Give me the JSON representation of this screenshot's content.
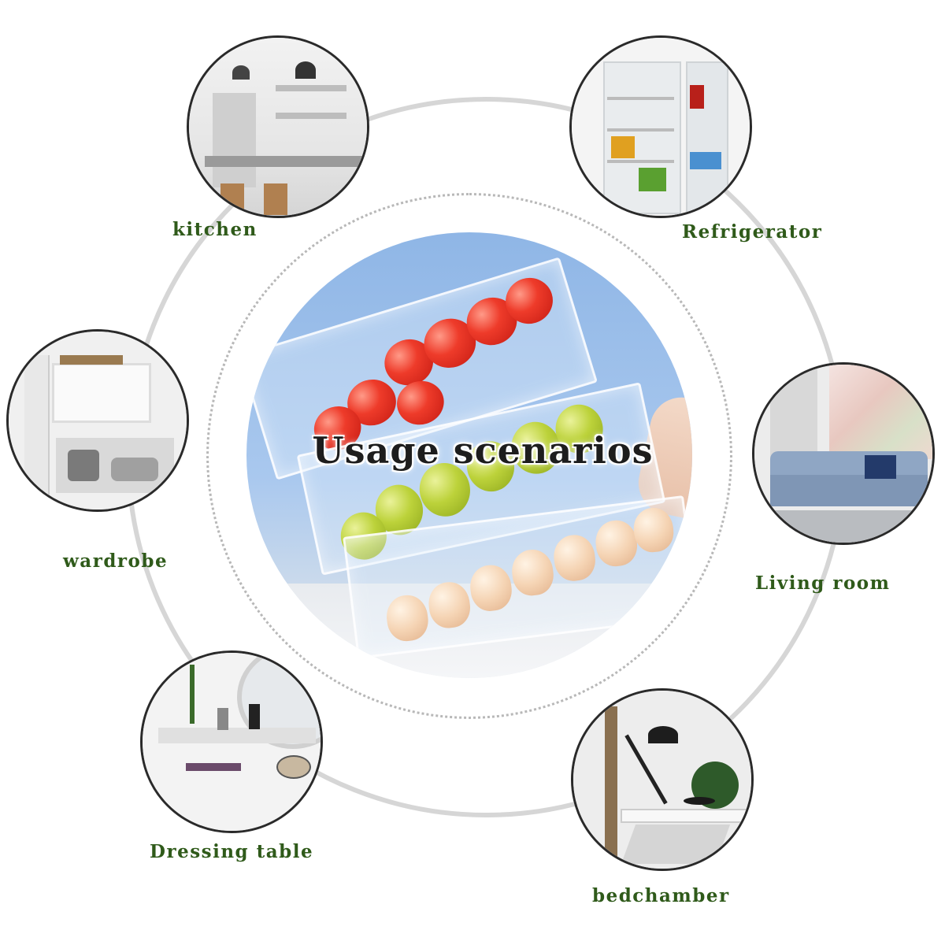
{
  "title": "Usage scenarios",
  "scenarios": [
    {
      "label": "kitchen"
    },
    {
      "label": "Refrigerator"
    },
    {
      "label": "wardrobe"
    },
    {
      "label": "Living room"
    },
    {
      "label": "Dressing table"
    },
    {
      "label": "bedchamber"
    }
  ],
  "colors": {
    "label_text": "#2f5a1a",
    "title_text": "#1d1d1d",
    "ring": "#d6d6d6",
    "photo_border": "#2a2a2a",
    "center_background": "#a9c8ee"
  }
}
